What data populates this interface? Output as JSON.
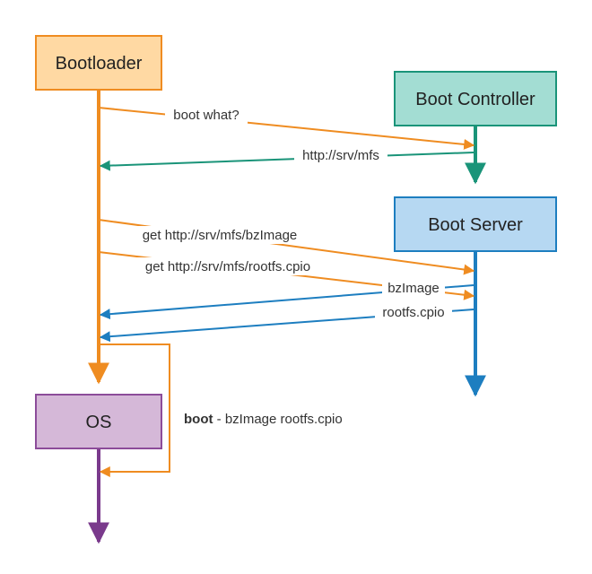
{
  "colors": {
    "orange": "#ef8c21",
    "teal": "#1a9479",
    "blue": "#1d7ec0",
    "purple": "#7a3a8c"
  },
  "nodes": {
    "bootloader": {
      "label": "Bootloader",
      "fill": "#ffd9a3",
      "stroke": "#ef8c21"
    },
    "boot_controller": {
      "label": "Boot Controller",
      "fill": "#a3ddd3",
      "stroke": "#1a9479"
    },
    "boot_server": {
      "label": "Boot Server",
      "fill": "#b6d8f2",
      "stroke": "#1d7ec0"
    },
    "os": {
      "label": "OS",
      "fill": "#d5b8d8",
      "stroke": "#8c4c9a"
    }
  },
  "messages": {
    "boot_what": "boot what?",
    "http_srv_mfs": "http://srv/mfs",
    "get_bzimage": "get http://srv/mfs/bzImage",
    "get_rootfs": "get http://srv/mfs/rootfs.cpio",
    "bzimage": "bzImage",
    "rootfs": "rootfs.cpio"
  },
  "boot_note": {
    "keyword": "boot",
    "rest": " - bzImage rootfs.cpio"
  }
}
